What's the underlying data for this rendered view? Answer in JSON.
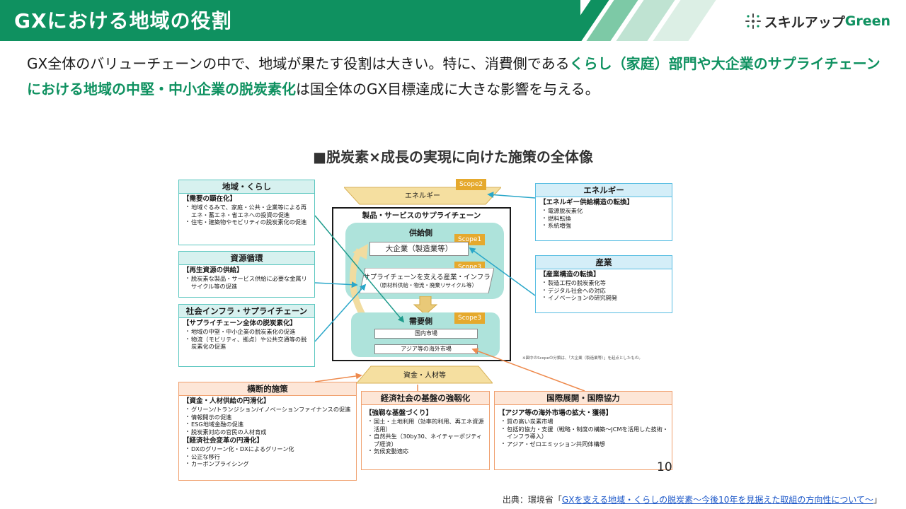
{
  "header": {
    "title": "GXにおける地域の役割",
    "logo_text": "スキルアップ",
    "logo_green": "Green",
    "colors": {
      "primary": "#0f9160",
      "stripe1": "#7dc9a6",
      "stripe2": "#bfe3d2"
    }
  },
  "lead": {
    "p1": "GX全体のバリューチェーンの中で、地域が果たす役割は大きい。特に、消費側である",
    "h1": "くらし（家庭）部門や大企業のサプライチェーンにおける地域の中堅・中小企業の脱炭素化",
    "p2": "は国全体のGX目標達成に大きな影響を与える。"
  },
  "figure": {
    "title": "■脱炭素×成長の実現に向けた施策の全体像",
    "left": {
      "region": {
        "title": "地域・くらし",
        "section": "【需要の顕在化】",
        "items": [
          "地域ぐるみで、家庭・公共・企業等による再エネ・蓄エネ・省エネへの投資の促進",
          "住宅・建築物やモビリティの脱炭素化の促進"
        ]
      },
      "resource": {
        "title": "資源循環",
        "section": "【再生資源の供給】",
        "items": [
          "脱炭素な製品・サービス供給に必要な金属リサイクル等の促進"
        ]
      },
      "infra": {
        "title": "社会インフラ・サプライチェーン",
        "section": "【サプライチェーン全体の脱炭素化】",
        "items": [
          "地域の中堅・中小企業の脱炭素化の促進",
          "物流（モビリティ、拠点）や公共交通等の脱炭素化の促進"
        ]
      }
    },
    "right": {
      "energy": {
        "title": "エネルギー",
        "section": "【エネルギー供給構造の転換】",
        "items": [
          "電源脱炭素化",
          "燃料転換",
          "系統増強"
        ]
      },
      "industry": {
        "title": "産業",
        "section": "【産業構造の転換】",
        "items": [
          "製造工程の脱炭素化等",
          "デジタル社会への対応",
          "イノベーションの研究開発"
        ]
      }
    },
    "center": {
      "energy_arrow": "エネルギー",
      "scope2": "Scope2",
      "chain_title": "製品・サービスのサプライチェーン",
      "supply_label": "供給側",
      "scope1": "Scope1",
      "big_corp": "大企業（製造業等）",
      "scope3a": "Scope3",
      "sc_support_1": "サプライチェーンを支える産業・インフラ",
      "sc_support_2": "（原材料供給・物流・廃棄リサイクル等）",
      "demand_label": "需要側",
      "scope3b": "Scope3",
      "domestic": "国内市場",
      "asia": "アジア等の海外市場",
      "funds_arrow": "資金・人材等",
      "note": "※図中のScopeの分類は、「大企業（製造業等）」を起点としたもの。"
    },
    "bottom": {
      "cross": {
        "title": "横断的施策",
        "section1": "【資金・人材供給の円滑化】",
        "items1": [
          "グリーン/トランジション/イノベーションファイナンスの促進",
          "情報開示の促進",
          "ESG地域金融の促進",
          "脱炭素対応の官民の人材育成"
        ],
        "section2": "【経済社会変革の円滑化】",
        "items2": [
          "DXのグリーン化・DXによるグリーン化",
          "公正な移行",
          "カーボンプライシング"
        ]
      },
      "foundation": {
        "title": "経済社会の基盤の強靱化",
        "section": "【強靱な基盤づくり】",
        "items": [
          "国土・土地利用（効率的利用、再エネ資源活用）",
          "自然共生（30by30、ネイチャーポジティブ経済）",
          "気候変動適応"
        ]
      },
      "intl": {
        "title": "国際展開・国際協力",
        "section": "【アジア等の海外市場の拡大・獲得】",
        "items": [
          "質の高い炭素市場",
          "包括的協力・支援（戦略・制度の構築～JCMを活用した技術・インフラ導入）",
          "アジア・ゼロエミッション共同体構想"
        ]
      }
    },
    "page_number": "10"
  },
  "source": {
    "prefix": "出典：環境省「",
    "link": "GXを支える地域・くらしの脱炭素～今後10年を見据えた取組の方向性について～",
    "suffix": "」"
  }
}
